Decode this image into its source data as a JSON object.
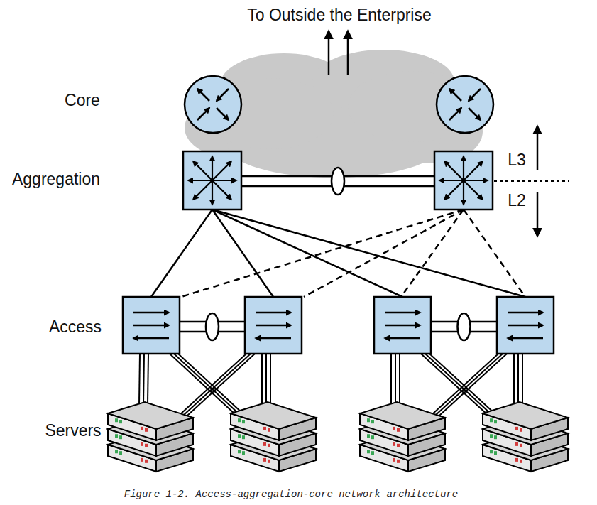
{
  "diagram": {
    "caption": "Figure 1-2. Access-aggregation-core network architecture",
    "labels": [
      "To Outside the Enterprise",
      "Core",
      "Aggregation",
      "L3",
      "L2",
      "Access",
      "Servers"
    ]
  }
}
